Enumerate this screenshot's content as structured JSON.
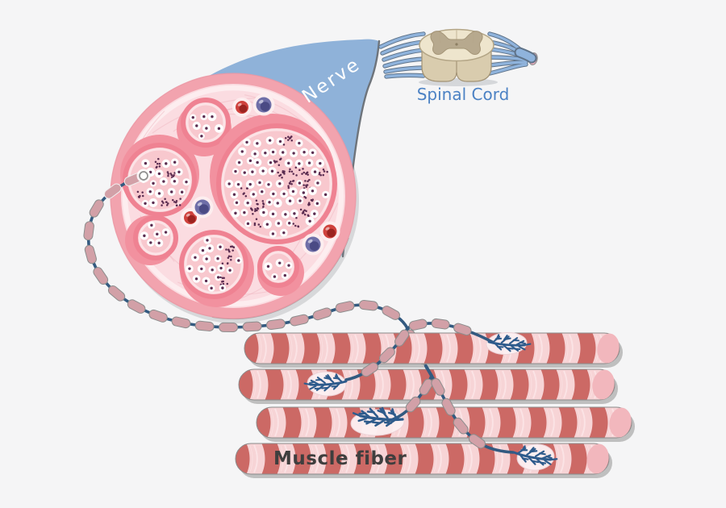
{
  "title": "Nerve, spinal cord and muscle fiber anatomy diagram",
  "labels": {
    "nerve": "Nerve",
    "spinal_cord": "Spinal Cord",
    "muscle_fiber": "Muscle fiber"
  },
  "palette": {
    "bg": "#f5f5f6",
    "funnel": "#8fb2d9",
    "funnel_edge": "#6e747b",
    "rim": "#f2a3ae",
    "rim_edge": "#eb96a3",
    "epineurium": "#fbdce1",
    "inner_band": "#fdedef",
    "swirl": "#efb6c0",
    "interfascicular": "#f2919f",
    "fascicle_ring": "#ef8292",
    "fascicle_ring_inner": "#fce3e6",
    "fascicle_fill": "#f8c8ce",
    "axon_dot": "#5a2c50",
    "vessel_red": "#cf423d",
    "vessel_red_dark": "#9b2420",
    "vessel_purple": "#6f6fa8",
    "vessel_purple_dark": "#4a4a84",
    "myelin": "#d2a0a7",
    "myelin_edge": "#8d8d8d",
    "axon_blue": "#335a80",
    "arbor_blue": "#2e5b8c",
    "endplate": "#fdf0f2",
    "fiber_red": "#cc6965",
    "fiber_pink": "#f7d4d6",
    "fiber_pink_light": "#fbe3e5",
    "fiber_cap": "#f2b7bd",
    "fiber_shadow": "#9b9b9b",
    "cord_top": "#eee5cd",
    "cord_body": "#d9ccae",
    "cord_gray": "#b5a68b",
    "cord_outline": "#a29274",
    "rootlet_blue": "#8fb3dc",
    "rootlet_edge": "#5f7389",
    "tip_pink": "#f4aec0",
    "text_blue": "#4c82c4",
    "text_dark": "#3f3e3e",
    "label_white": "#ffffff"
  }
}
